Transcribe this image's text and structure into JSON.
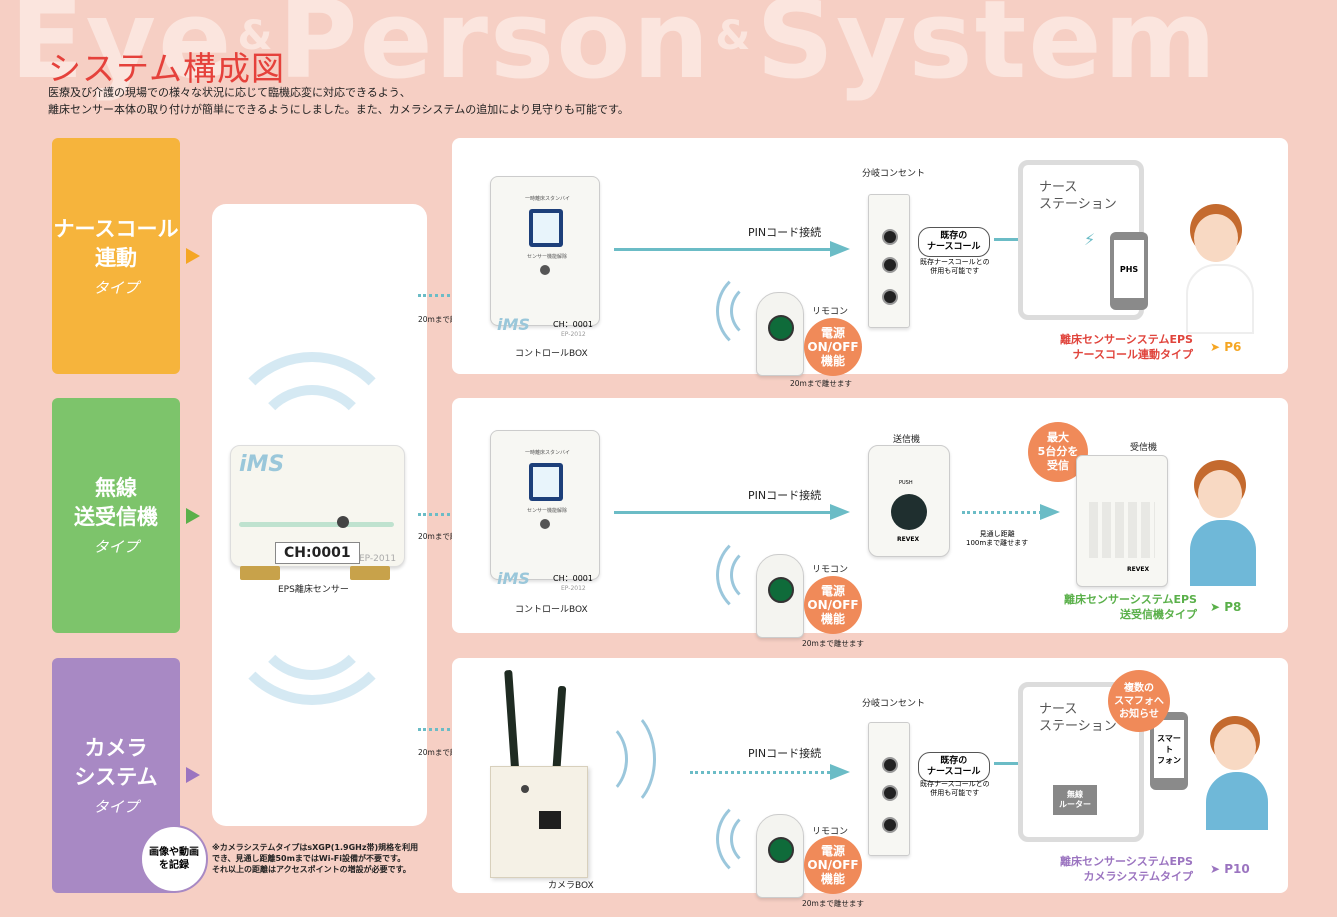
{
  "background_title": {
    "part1": "Eye",
    "amp1": "&",
    "part2": "Person",
    "amp2": "&",
    "part3": "System"
  },
  "page_title": "システム構成図",
  "intro": {
    "line1": "医療及び介護の現場での様々な状況に応じて臨機応変に対応できるよう、",
    "line2": "離床センサー本体の取り付けが簡単にできるようにしました。また、カメラシステムの追加により見守りも可能です。"
  },
  "types": [
    {
      "title": "ナースコール\n連動",
      "sub": "タイプ",
      "color": "#f6b43c"
    },
    {
      "title": "無線\n送受信機",
      "sub": "タイプ",
      "color": "#7dc46b"
    },
    {
      "title": "カメラ\nシステム",
      "sub": "タイプ",
      "color": "#a889c4"
    }
  ],
  "sensor": {
    "logo": "iMS",
    "ch": "CH:0001",
    "model": "EP-2011",
    "label": "EPS離床センサー"
  },
  "record_badge": "画像や動画\nを記録",
  "camera_note": "※カメラシステムタイプはsXGP(1.9GHz帯)規格を利用\nでき、見通し距離50mまではWi-Fi設備が不要です。\nそれ以上の距離はアクセスポイントの増設が必要です。",
  "common": {
    "distance": "20mまで離せます",
    "pin": "PINコード接続",
    "remote": "リモコン",
    "remote_badge": "電源\nON/OFF\n機能",
    "control_box": "コントロールBOX",
    "ctl_logo": "iMS",
    "ctl_ch": "CH：0001",
    "ctl_model": "EP-2012",
    "ctl_top": "一時離床スタンバイ",
    "ctl_sub": "センサー機能解除",
    "outlet": "分岐コンセント",
    "existing_call": "既存の\nナースコール",
    "existing_note": "既存ナースコールとの\n併用も可能です",
    "ns_label": "ナース\nステーション"
  },
  "row1": {
    "phone": "PHS",
    "ref": "離床センサーシステムEPS\nナースコール連動タイプ",
    "page": "P6",
    "color": "#e0443c"
  },
  "row2": {
    "transmitter": "送信機",
    "receiver": "受信機",
    "distance": "見通し距離\n100mまで離せます",
    "badge": "最大\n5台分を\n受信",
    "push": "PUSH",
    "brand": "REVEX",
    "ref": "離床センサーシステムEPS\n送受信機タイプ",
    "page": "P8",
    "color": "#5ab04a"
  },
  "row3": {
    "camera_box": "カメラBOX",
    "router": "無線\nルーター",
    "phone": "スマート\nフォン",
    "badge": "複数の\nスマフォへ\nお知らせ",
    "ref": "離床センサーシステムEPS\nカメラシステムタイプ",
    "page": "P10",
    "color": "#9b74c0"
  }
}
